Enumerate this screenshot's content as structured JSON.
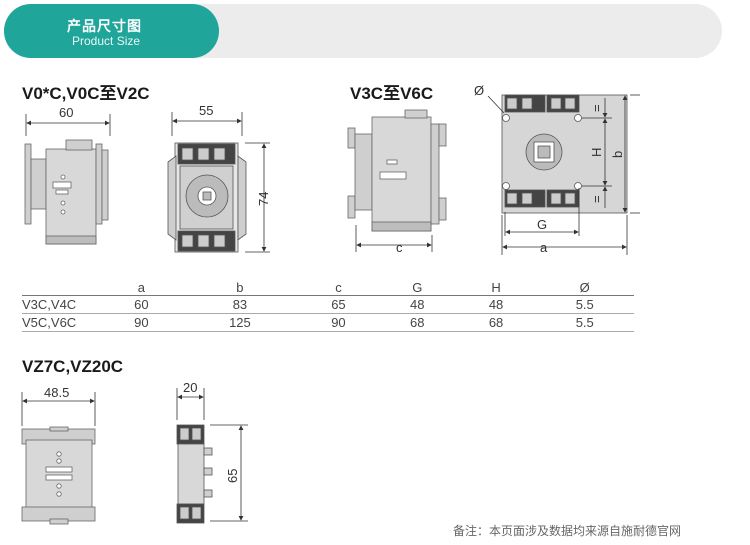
{
  "header": {
    "title": "产品尺寸图",
    "subtitle": "Product Size"
  },
  "sections": {
    "v0": {
      "title": "V0*C,V0C至V2C",
      "dim_width": "60",
      "dim_width2": "55",
      "dim_height": "74"
    },
    "v3": {
      "title": "V3C至V6C",
      "dim_c": "c",
      "dim_a": "a",
      "dim_g": "G",
      "dim_h": "H",
      "dim_b": "b",
      "dim_dia": "Ø",
      "dim_eq": "="
    },
    "vz": {
      "title": "VZ7C,VZ20C",
      "dim_width": "48.5",
      "dim_width2": "20",
      "dim_height": "65"
    }
  },
  "table": {
    "columns": [
      "",
      "a",
      "b",
      "c",
      "G",
      "H",
      "Ø"
    ],
    "rows": [
      [
        "V3C,V4C",
        "60",
        "83",
        "65",
        "48",
        "48",
        "5.5"
      ],
      [
        "V5C,V6C",
        "90",
        "125",
        "90",
        "68",
        "68",
        "5.5"
      ]
    ]
  },
  "note": "备注：本页面涉及数据均来源自施耐德官网",
  "colors": {
    "accent": "#1fa59a",
    "header_bg": "#ececec",
    "body_grey": "#d8d8d8"
  }
}
